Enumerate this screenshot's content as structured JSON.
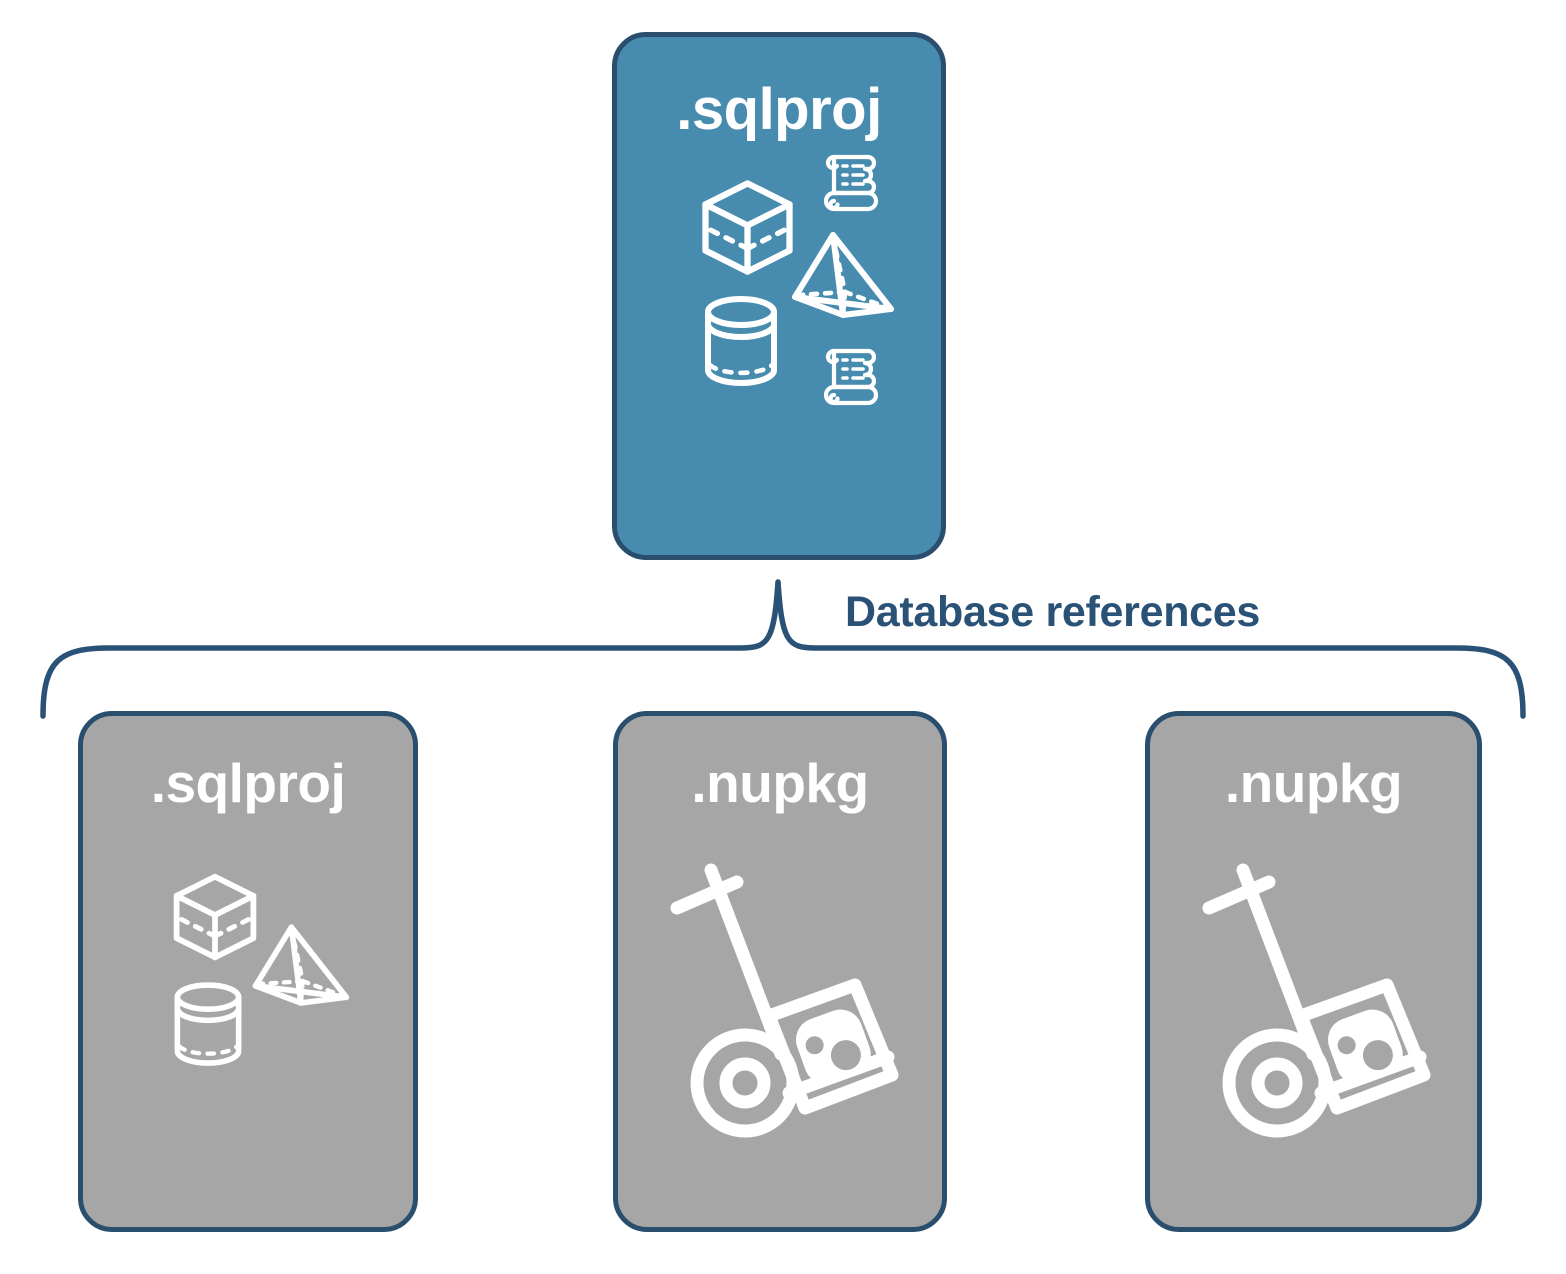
{
  "diagram": {
    "title_text_root": ".sqlproj",
    "connector_label": "Database references",
    "colors": {
      "primary_fill": "#478caf",
      "secondary_fill": "#a6a6a6",
      "stroke": "#2a4f6e",
      "label_text": "#2a5176",
      "node_text": "#ffffff",
      "background": "#ffffff"
    },
    "root_node": {
      "label": ".sqlproj",
      "fill": "primary",
      "icons": [
        "cube-icon",
        "scroll-icon",
        "pyramid-icon",
        "cylinder-icon",
        "scroll-icon"
      ]
    },
    "reference_nodes": [
      {
        "label": ".sqlproj",
        "fill": "secondary",
        "icons": [
          "cube-icon",
          "pyramid-icon",
          "cylinder-icon"
        ]
      },
      {
        "label": ".nupkg",
        "fill": "secondary",
        "icons": [
          "hand-truck-package-icon"
        ]
      },
      {
        "label": ".nupkg",
        "fill": "secondary",
        "icons": [
          "hand-truck-package-icon"
        ]
      }
    ]
  }
}
